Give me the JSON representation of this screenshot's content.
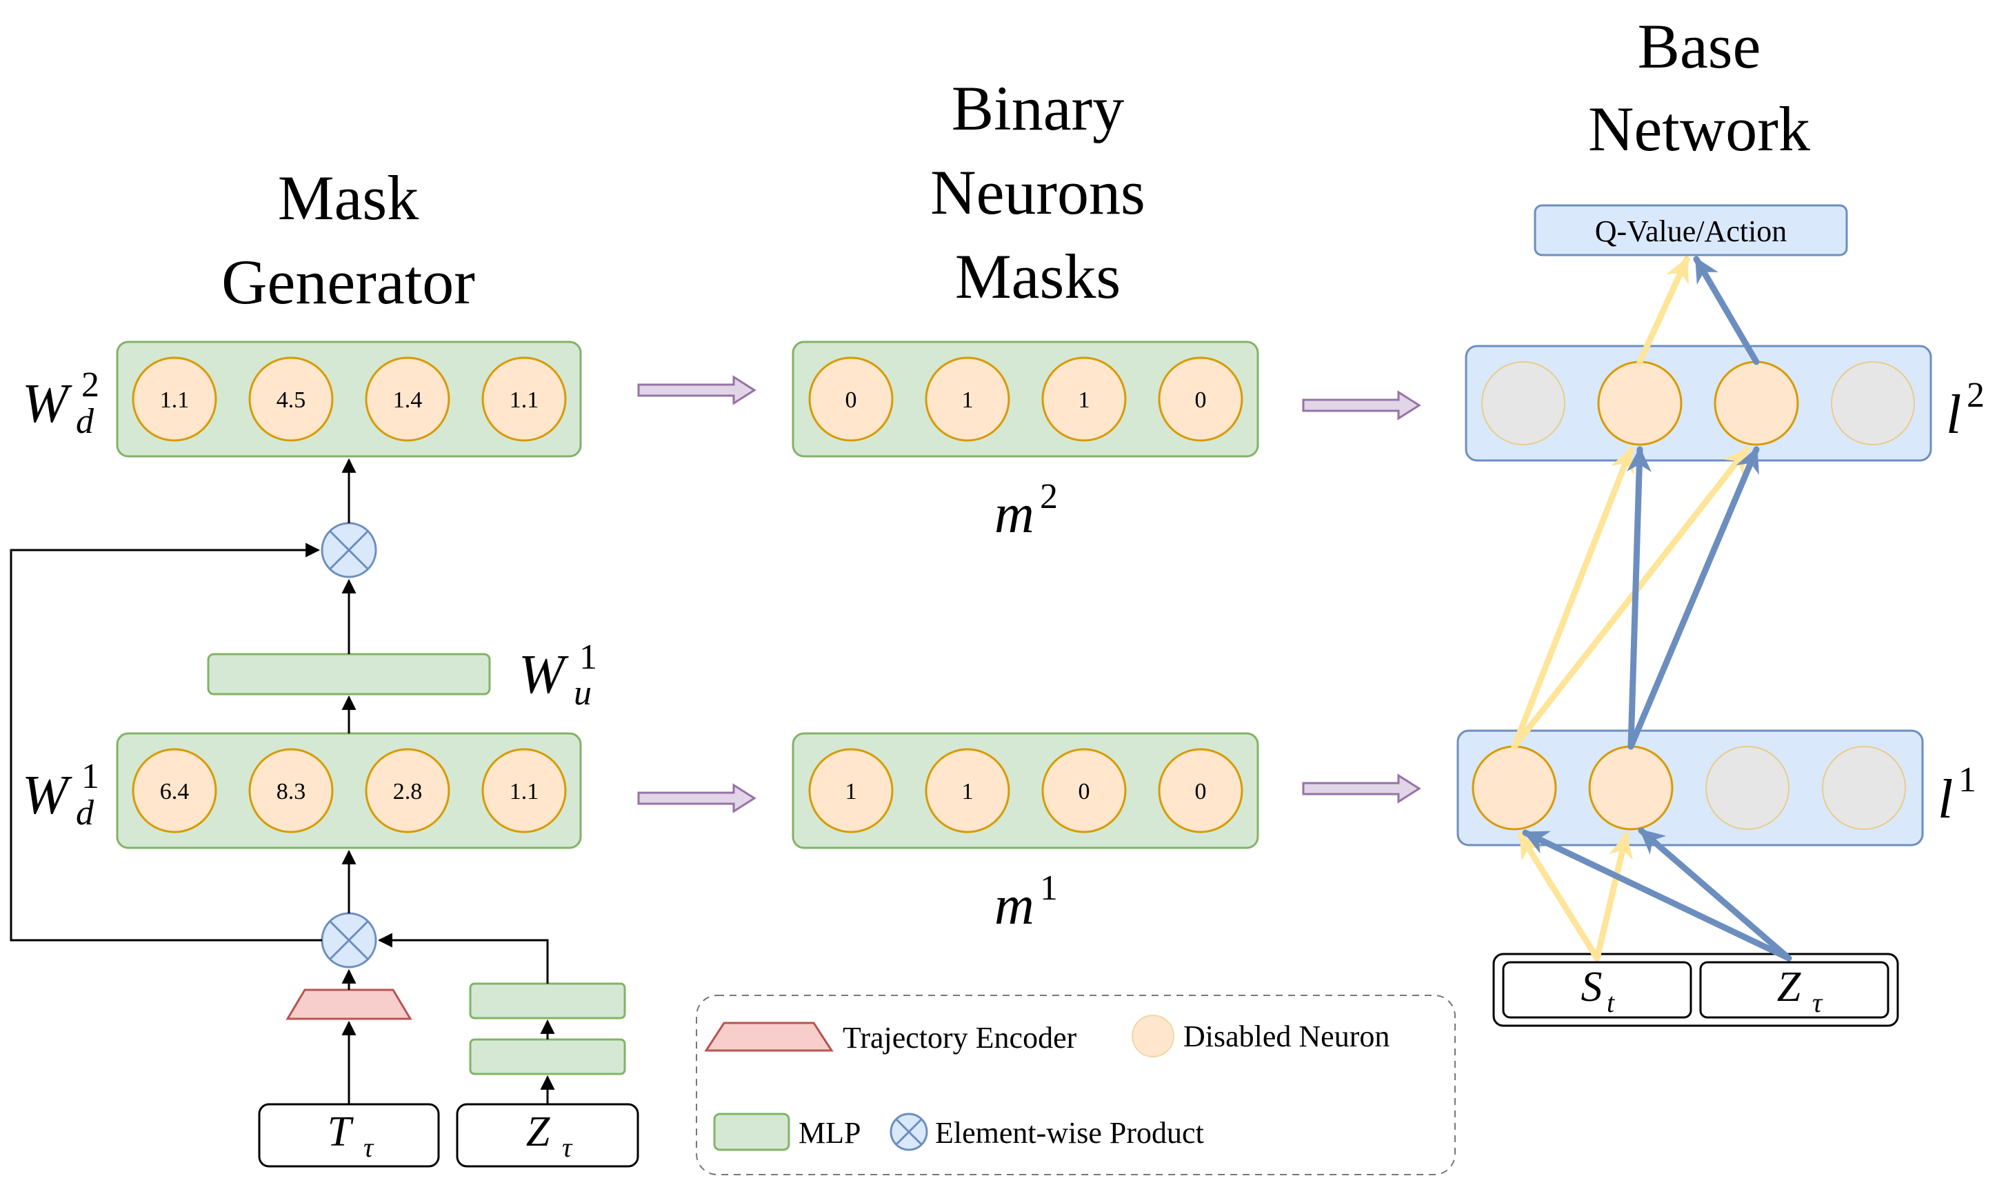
{
  "titles": {
    "mask_generator": [
      "Mask",
      "Generator"
    ],
    "binary_masks": [
      "Binary",
      "Neurons",
      "Masks"
    ],
    "base_network": [
      "Base",
      "Network"
    ]
  },
  "mask_generator": {
    "w_d2": {
      "symbol": "W",
      "sub": "d",
      "sup": "2",
      "values": [
        "1.1",
        "4.5",
        "1.4",
        "1.1"
      ]
    },
    "w_d1": {
      "symbol": "W",
      "sub": "d",
      "sup": "1",
      "values": [
        "6.4",
        "8.3",
        "2.8",
        "1.1"
      ]
    },
    "w_u1": {
      "symbol": "W",
      "sub": "u",
      "sup": "1"
    },
    "inputs": [
      {
        "symbol": "T",
        "sub": "τ"
      },
      {
        "symbol": "Z",
        "sub": "τ"
      }
    ]
  },
  "masks": {
    "m2": {
      "symbol": "m",
      "sup": "2",
      "values": [
        "0",
        "1",
        "1",
        "0"
      ]
    },
    "m1": {
      "symbol": "m",
      "sup": "1",
      "values": [
        "1",
        "1",
        "0",
        "0"
      ]
    }
  },
  "base_network": {
    "output_label": "Q-Value/Action",
    "l2": {
      "symbol": "l",
      "sup": "2",
      "active": [
        false,
        true,
        true,
        false
      ]
    },
    "l1": {
      "symbol": "l",
      "sup": "1",
      "active": [
        true,
        true,
        false,
        false
      ]
    },
    "inputs": [
      {
        "symbol": "S",
        "sub": "t"
      },
      {
        "symbol": "Z",
        "sub": "τ"
      }
    ]
  },
  "legend": {
    "trajectory_encoder": "Trajectory Encoder",
    "disabled_neuron": "Disabled Neuron",
    "mlp": "MLP",
    "element_wise_product": "Element-wise Product"
  },
  "colors": {
    "mlp_fill": "#d5e8d4",
    "mlp_stroke": "#82b366",
    "neuron_fill": "#ffe6cc",
    "neuron_stroke": "#d79b00",
    "disabled_fill": "#e6e6e6",
    "disabled_stroke": "#e8cc8a",
    "base_fill": "#dae8fc",
    "base_stroke": "#6c8ebf",
    "encoder_fill": "#f8cecc",
    "encoder_stroke": "#b85450",
    "yellow_arrow": "#ffe599",
    "blue_arrow": "#6c8ebf",
    "mask_arrow_fill": "#e1d5e7",
    "mask_arrow_stroke": "#9673a6"
  }
}
